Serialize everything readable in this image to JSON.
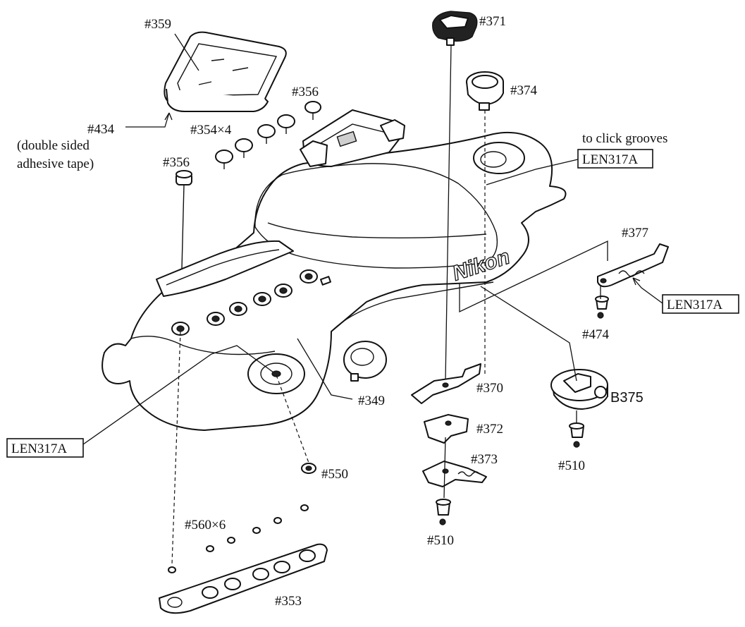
{
  "diagram": {
    "labels": {
      "p359": "#359",
      "p434": "#434",
      "tape_note_1": "(double sided",
      "tape_note_2": "adhesive tape)",
      "p356_top": "#356",
      "p354": "#354×4",
      "p356_left": "#356",
      "p371": "#371",
      "p374": "#374",
      "click_note": "to click grooves",
      "len_top": "LEN317A",
      "p377": "#377",
      "len_right": "LEN317A",
      "p474": "#474",
      "brand": "Nikon",
      "p370": "#370",
      "b375": "B375",
      "p349": "#349",
      "p372": "#372",
      "p373": "#373",
      "p510_mid": "#510",
      "p510_right": "#510",
      "len_left": "LEN317A",
      "p550": "#550",
      "p560": "#560×6",
      "p353": "#353"
    }
  }
}
